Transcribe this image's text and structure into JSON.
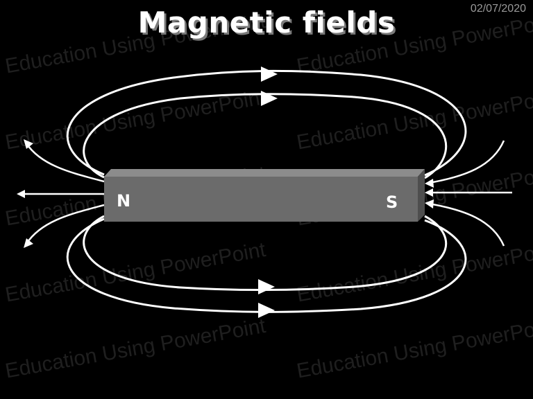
{
  "slide": {
    "title": "Magnetic fields",
    "date": "02/07/2020",
    "watermark": "Education Using PowerPoint"
  },
  "diagram": {
    "magnet": {
      "north_label": "N",
      "south_label": "S",
      "color": "#6b6b6b"
    },
    "field_line_color": "#ffffff",
    "background_color": "#000000"
  }
}
